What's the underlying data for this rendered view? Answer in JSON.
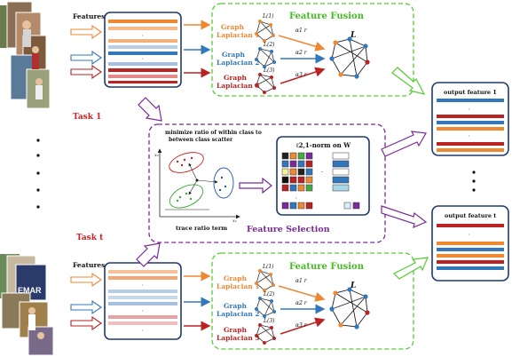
{
  "features_label_top": "Features",
  "features_label_bottom": "Features",
  "task1_label": "Task 1",
  "taskt_label": "Task t",
  "feature_fusion_top": {
    "title": "Feature Fusion",
    "laplacians": [
      {
        "line1": "Graph",
        "line2": "Laplacian 1",
        "color": "#ee8833"
      },
      {
        "line1": "Graph",
        "line2": "Laplacian 2",
        "color": "#3377bb"
      },
      {
        "line1": "Graph",
        "line2": "Laplacian 3",
        "color": "#bb2222"
      }
    ],
    "graph_labels": [
      "L(1)",
      "L(2)",
      "L(3)"
    ],
    "alphas": [
      "α1 r",
      "α2 r",
      "α3 r"
    ],
    "result_label": "L"
  },
  "feature_fusion_bottom": {
    "title": "Feature Fusion",
    "laplacians": [
      {
        "line1": "Graph",
        "line2": "Laplacian 1",
        "color": "#ee8833"
      },
      {
        "line1": "Graph",
        "line2": "Laplacian 2",
        "color": "#3377bb"
      },
      {
        "line1": "Graph",
        "line2": "Laplacian 3",
        "color": "#bb2222"
      }
    ],
    "graph_labels": [
      "L(1)",
      "L(2)",
      "L(3)"
    ],
    "alphas": [
      "α1 r",
      "α2 r",
      "α3 r"
    ],
    "result_label": "L"
  },
  "feature_selection": {
    "title": "Feature Selection",
    "scatter_caption_line1": "minimize ratio of within class to",
    "scatter_caption_line2": "between class scatter",
    "trace_ratio_label": "trace ratio term",
    "norm_label": "ℓ2,1-norm on  W"
  },
  "outputs": [
    {
      "label": "output feature 1"
    },
    {
      "label": "output feature t"
    }
  ],
  "colors": {
    "orange": "#ee8833",
    "blue": "#3377bb",
    "red": "#bb2222",
    "purple": "#7a2a9a",
    "green": "#55cc33",
    "navy": "#1f3a70"
  }
}
